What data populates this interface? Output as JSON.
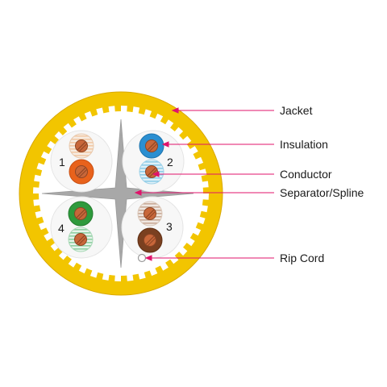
{
  "labels": {
    "jacket": "Jacket",
    "insulation": "Insulation",
    "conductor": "Conductor",
    "separator": "Separator/Spline",
    "rip_cord": "Rip Cord"
  },
  "pairs": [
    "1",
    "2",
    "3",
    "4"
  ],
  "colors": {
    "jacket": "#f2c500",
    "jacket_dark": "#d9a800",
    "leader": "#e0136b",
    "copper": "#c8673a",
    "spline": "#a8a8a8",
    "orange": "#e8621c",
    "blue": "#2b8fd1",
    "green": "#2e9a3c",
    "brown": "#7a4020"
  }
}
